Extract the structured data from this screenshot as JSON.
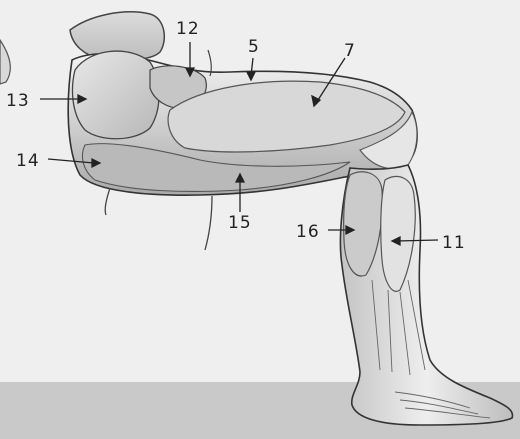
{
  "labels": {
    "l12": "12",
    "l5": "5",
    "l7": "7",
    "l13": "13",
    "l14": "14",
    "l15": "15",
    "l16": "16",
    "l11": "11"
  }
}
